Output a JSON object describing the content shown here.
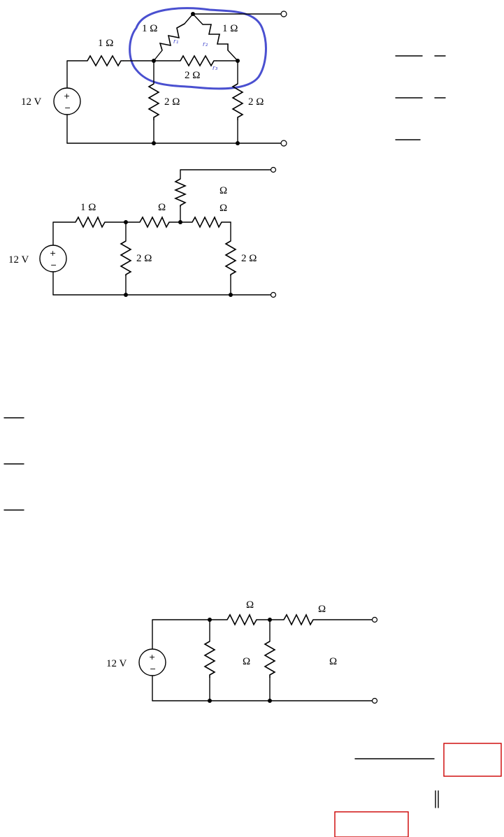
{
  "circuit1": {
    "source_label": "12 V",
    "r_left": "1 Ω",
    "r_delta_left": "1 Ω",
    "r_delta_right": "1 Ω",
    "r_delta_bottom": "2 Ω",
    "r_shunt_left": "2 Ω",
    "r_shunt_right": "2 Ω",
    "annotations": [
      "r₁",
      "r₂",
      "r₃"
    ],
    "colors": {
      "annotation": "#4a50d0",
      "wire": "#000000"
    }
  },
  "circuit2": {
    "source_label": "12 V",
    "r_left": "1 Ω",
    "r_y_left": "Ω",
    "r_y_top_unit1": "Ω",
    "r_y_top_unit2": "Ω",
    "r_shunt_left": "2 Ω",
    "r_shunt_right": "2 Ω"
  },
  "circuit3": {
    "source_label": "12 V",
    "r_top_mid": "Ω",
    "r_top_right": "Ω",
    "r_mid_shunt": "Ω",
    "r_out_unit": "Ω"
  },
  "result_boxes": {
    "color": "#cc0000"
  }
}
